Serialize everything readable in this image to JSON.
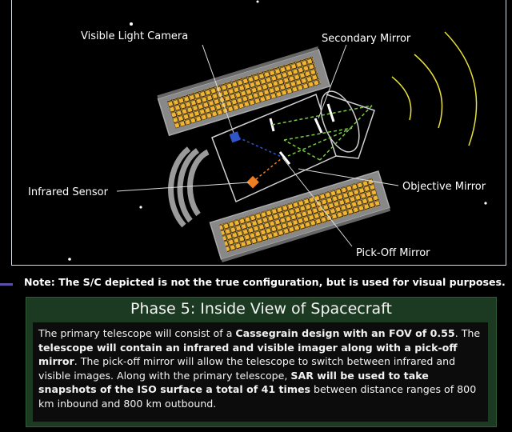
{
  "labels": {
    "visible_camera": "Visible Light Camera",
    "secondary_mirror": "Secondary Mirror",
    "infrared_sensor": "Infrared Sensor",
    "objective_mirror": "Objective Mirror",
    "pickoff_mirror": "Pick-Off Mirror"
  },
  "note": "Note: The S/C depicted is not the true configuration, but is used for visual purposes.",
  "panel": {
    "title": "Phase 5: Inside View of Spacecraft",
    "body": {
      "t1": "The primary telescope will consist of a ",
      "b1": "Cassegrain design with an FOV of 0.55",
      "t2": ". The ",
      "b2": "telescope will contain an infrared and visible imager along with a pick-off mirror",
      "t3": ". The pick-off mirror will allow the telescope to switch between infrared and visible images. Along with the primary telescope, ",
      "b3": "SAR will be used to take snapshots of the ISO surface a total of 41 times",
      "t4": " between distance ranges of 800 km inbound and 800 km outbound."
    }
  },
  "colors": {
    "panel_bg": "#1c3a22",
    "solar_cell": "#f2b531",
    "beam": "#7ac943",
    "camera": "#2f55c8",
    "sensor": "#ef7d22",
    "signal_arc": "#e6e03a"
  }
}
